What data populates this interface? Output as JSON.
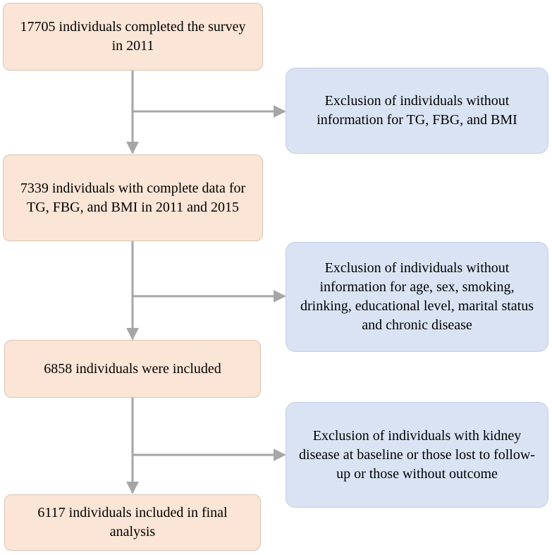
{
  "flowchart": {
    "steps": [
      {
        "text": "17705 individuals completed the survey in 2011"
      },
      {
        "text": "7339 individuals with complete data for TG, FBG, and BMI in 2011 and 2015"
      },
      {
        "text": "6858 individuals were included"
      },
      {
        "text": "6117 individuals included in final analysis"
      }
    ],
    "exclusions": [
      {
        "text": "Exclusion of individuals without information for TG, FBG, and BMI"
      },
      {
        "text": "Exclusion of individuals without information for age, sex, smoking, drinking, educational level, marital status and chronic disease"
      },
      {
        "text": "Exclusion of individuals with kidney disease at baseline or those lost to follow-up or those without outcome"
      }
    ],
    "colors": {
      "step_fill": "#fbe5d6",
      "exclusion_fill": "#dae3f3",
      "arrow": "#a6a6a6"
    }
  }
}
